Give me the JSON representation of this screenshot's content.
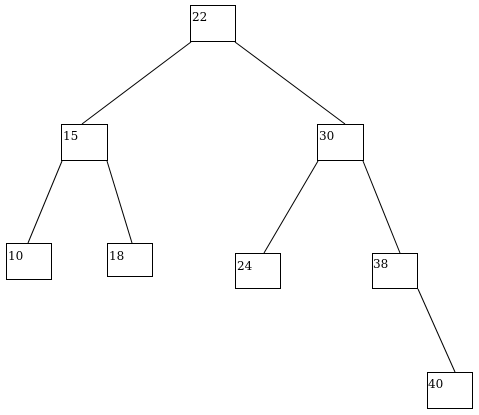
{
  "tree": {
    "nodes": [
      {
        "id": "n22",
        "label": "22"
      },
      {
        "id": "n15",
        "label": "15"
      },
      {
        "id": "n30",
        "label": "30"
      },
      {
        "id": "n10",
        "label": "10"
      },
      {
        "id": "n18",
        "label": "18"
      },
      {
        "id": "n24",
        "label": "24"
      },
      {
        "id": "n38",
        "label": "38"
      },
      {
        "id": "n40",
        "label": "40"
      }
    ],
    "edges": [
      {
        "from": "n22",
        "to": "n15"
      },
      {
        "from": "n22",
        "to": "n30"
      },
      {
        "from": "n15",
        "to": "n10"
      },
      {
        "from": "n15",
        "to": "n18"
      },
      {
        "from": "n30",
        "to": "n24"
      },
      {
        "from": "n30",
        "to": "n38"
      },
      {
        "from": "n38",
        "to": "n40"
      }
    ]
  }
}
